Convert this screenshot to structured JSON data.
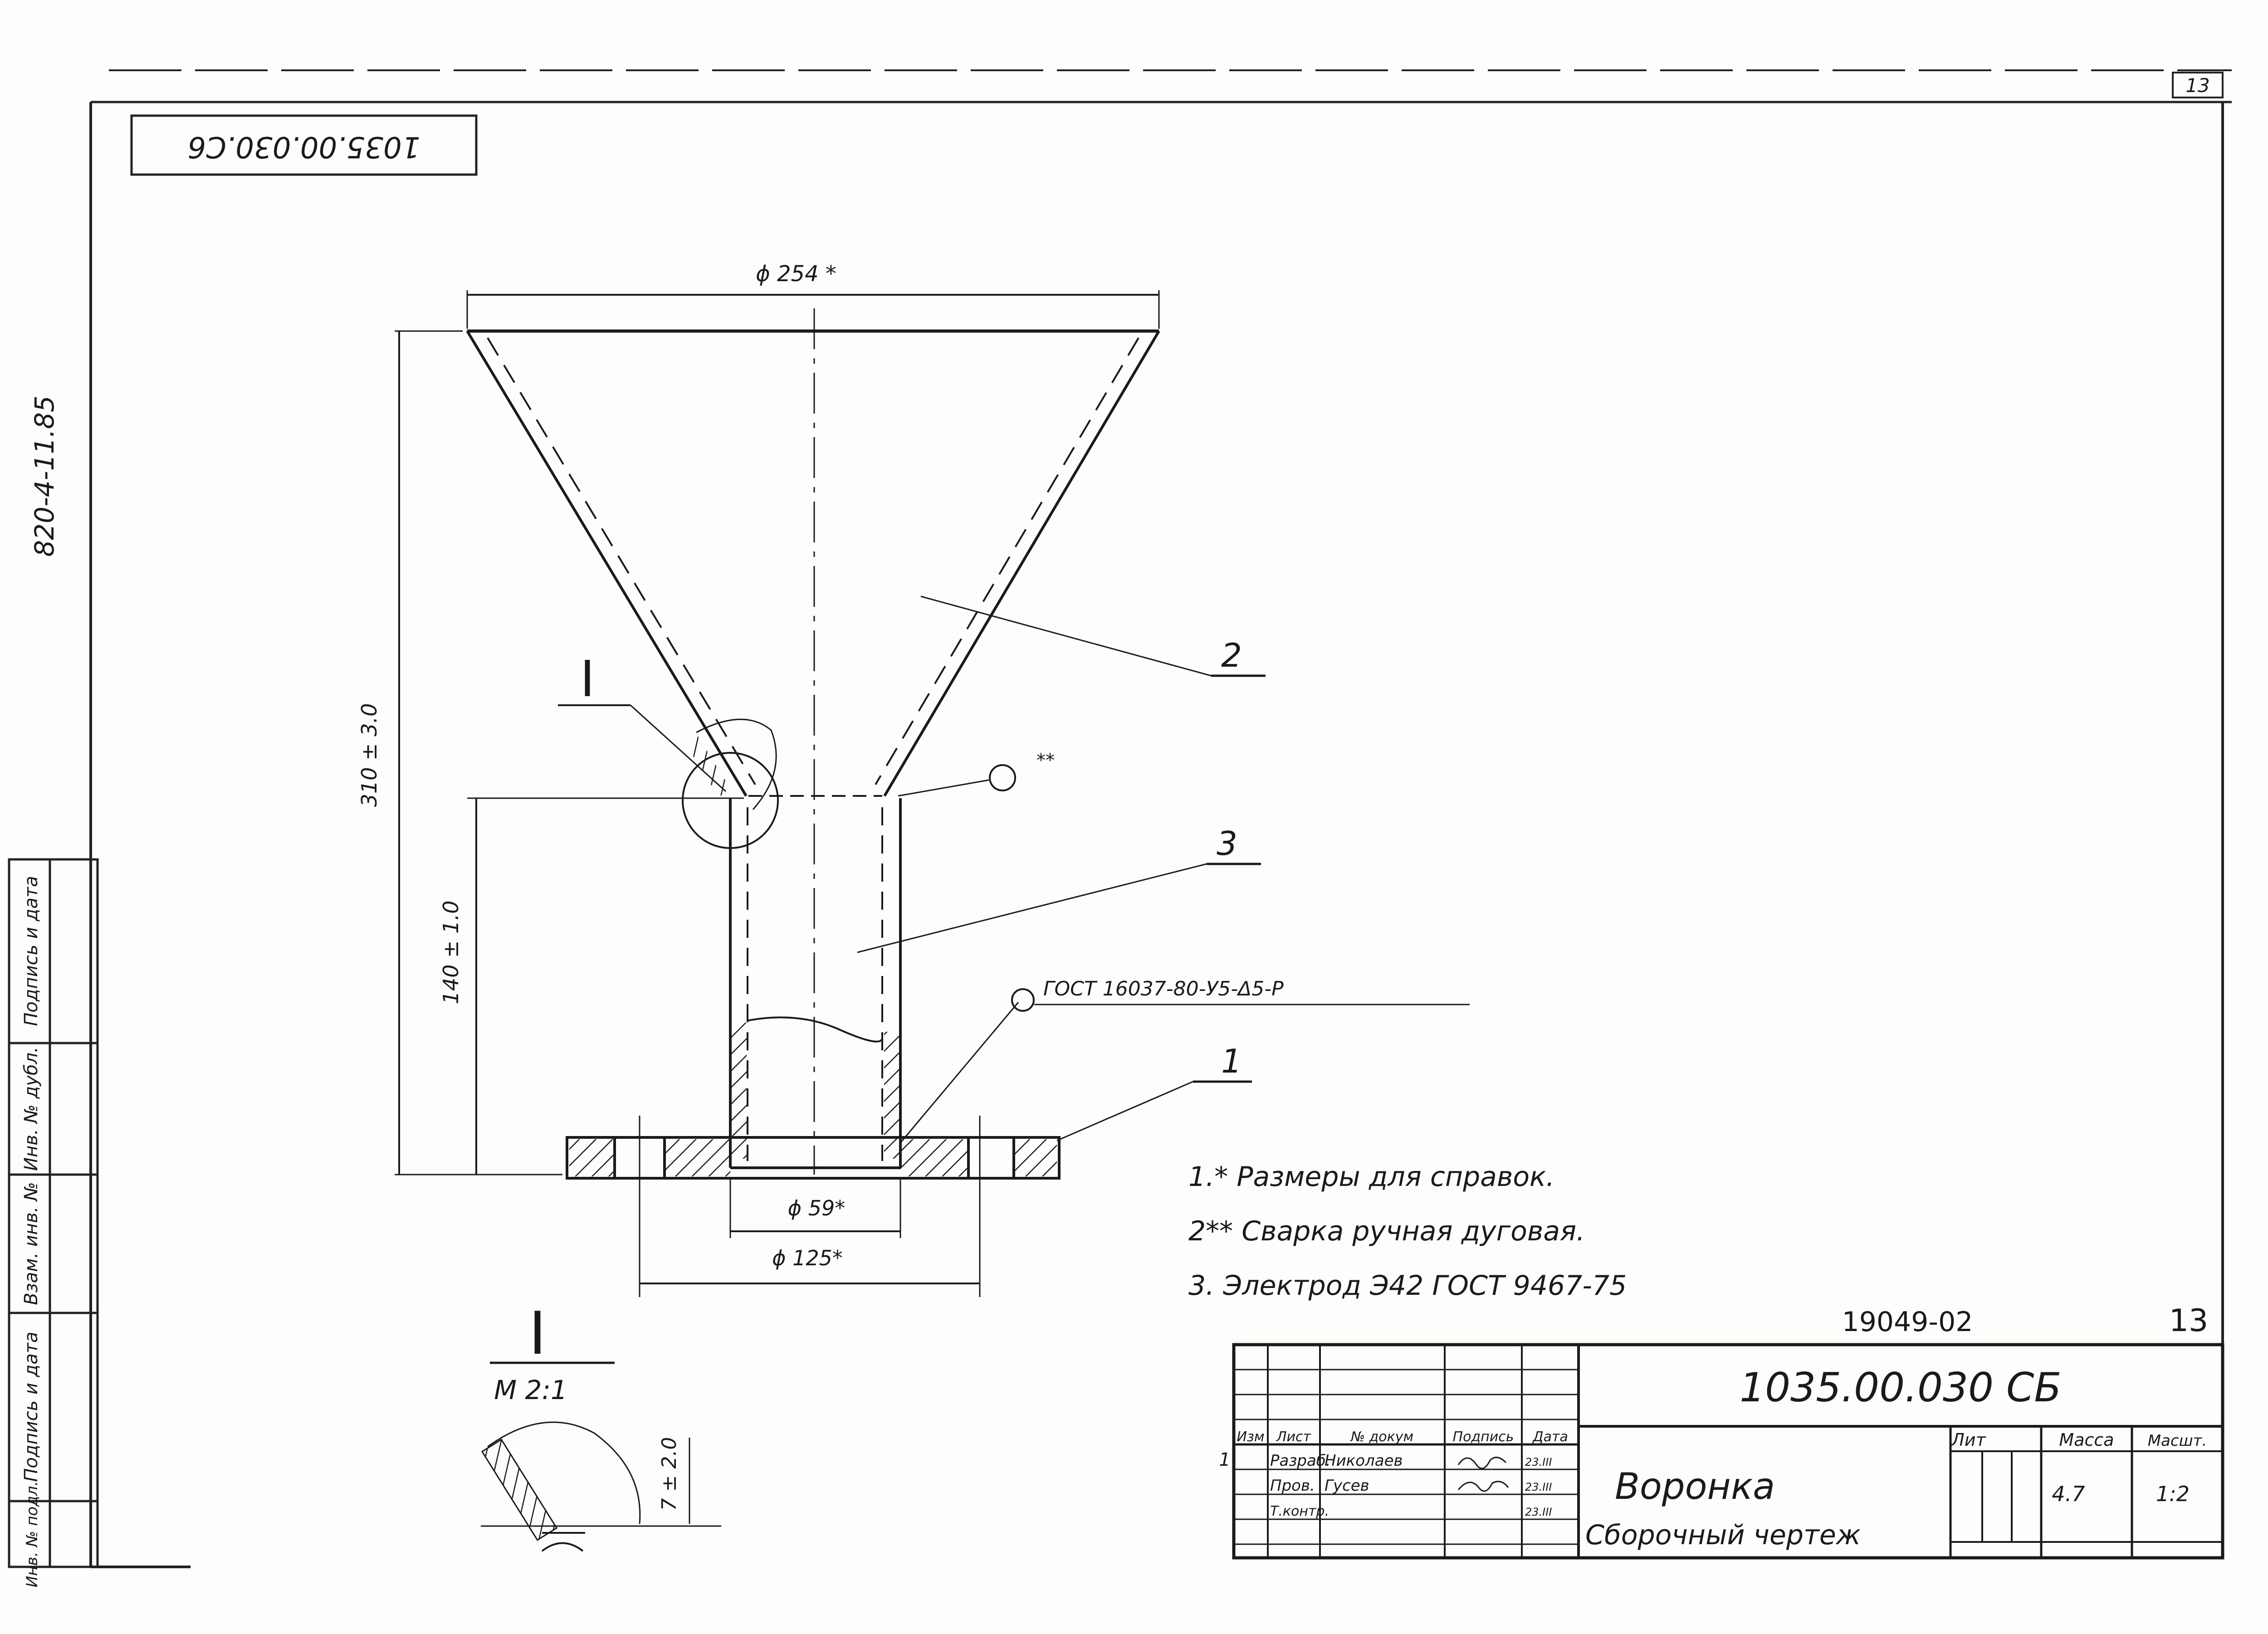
{
  "sheet": {
    "page_number_top": "13",
    "rotated_code": "1035.00.030.C6",
    "side_code": "820-4-11.85"
  },
  "dimensions": {
    "top_diameter": "ϕ 254 *",
    "height_total": "310 ± 3.0",
    "height_tube": "140 ± 1.0",
    "tube_diameter": "ϕ 59*",
    "flange_diameter": "ϕ 125*"
  },
  "callouts": {
    "part_1": "1",
    "part_2": "2",
    "part_3": "3",
    "weld_mark": "**",
    "weld_standard": "ГОСТ 16037-80-У5-Δ5-Р",
    "detail_ref": "I"
  },
  "detail_view": {
    "label": "I",
    "scale": "М 2:1",
    "dimension": "7 ± 2.0"
  },
  "notes": [
    "1.* Размеры для справок.",
    "2** Сварка ручная дуговая.",
    "3.  Электрод Э42 ГОСТ 9467-75"
  ],
  "left_strip": [
    "Подпись и дата",
    "Инв. № дубл.",
    "Взам. инв. №",
    "Подпись и дата",
    "Инв. № подл."
  ],
  "title_block": {
    "project_code": "19049-02",
    "sheet_no": "13",
    "designation": "1035.00.030 СБ",
    "name": "Воронка",
    "doc_type": "Сборочный чертеж",
    "col_headers": [
      "Изм",
      "Лист",
      "№ докум",
      "Подпись",
      "Дата"
    ],
    "rows": [
      {
        "role": "Разраб.",
        "name": "Николаев",
        "date": "23.III"
      },
      {
        "role": "Пров.",
        "name": "Гусев",
        "date": "23.III"
      },
      {
        "role": "Т.контр.",
        "name": "",
        "date": "23.III"
      }
    ],
    "row_index_mark": "1",
    "lit_label": "Лит",
    "mass_label": "Масса",
    "scale_label": "Масшт.",
    "mass_value": "4.7",
    "scale_value": "1:2"
  }
}
